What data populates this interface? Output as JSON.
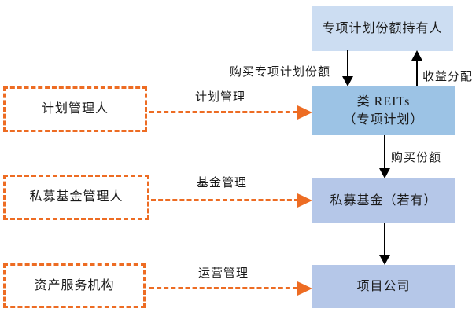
{
  "boxes": {
    "holder": {
      "label": "专项计划份额持有人"
    },
    "reits": {
      "label_line1": "类 REITs",
      "label_line2": "（专项计划）"
    },
    "private_fund": {
      "label": "私募基金（若有）"
    },
    "project_company": {
      "label": "项目公司"
    },
    "plan_manager": {
      "label": "计划管理人"
    },
    "fund_manager": {
      "label": "私募基金管理人"
    },
    "asset_servicer": {
      "label": "资产服务机构"
    }
  },
  "edge_labels": {
    "buy_plan_shares": "购买专项计划份额",
    "income_distribution": "收益分配",
    "buy_shares": "购买份额",
    "plan_management": "计划管理",
    "fund_management": "基金管理",
    "operation_management": "运营管理"
  },
  "colors": {
    "holder_box_bg": "#ccddf2",
    "reits_box_bg": "#9cc3e5",
    "fund_box_bg": "#b5c7e8",
    "project_box_bg": "#b5c7e8",
    "dashed_accent": "#ed6c23",
    "arrow_black": "#000000",
    "text": "#1a1a1a",
    "background": "#ffffff"
  }
}
